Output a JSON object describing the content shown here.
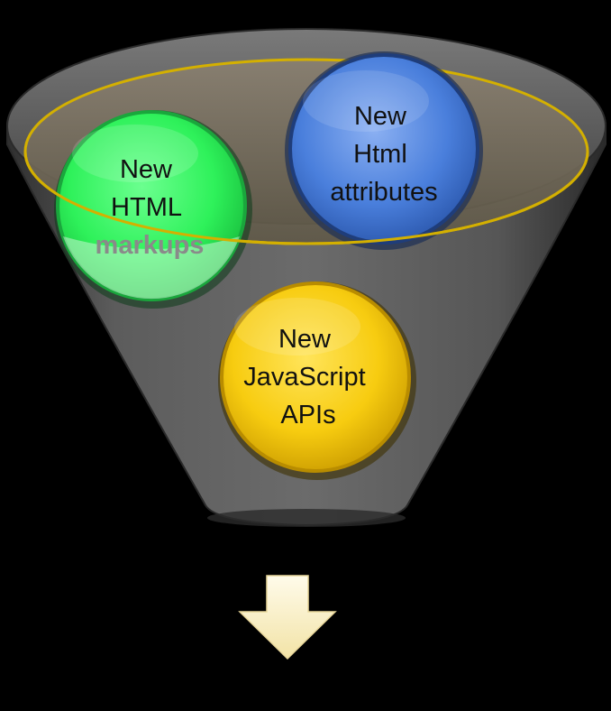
{
  "diagram": {
    "type": "funnel",
    "colors": {
      "background": "#000000",
      "funnel_body": "#4a4a4a",
      "funnel_rim": "#d4b000",
      "green_bubble": "#2ef15a",
      "blue_bubble": "#3f74d6",
      "yellow_bubble": "#f2c400",
      "arrow": "#fff7d8"
    },
    "bubbles": [
      {
        "id": "new-html-markups",
        "lines": [
          "New",
          "HTML",
          "markups"
        ],
        "color": "green"
      },
      {
        "id": "new-html-attributes",
        "lines": [
          "New",
          "Html",
          "attributes"
        ],
        "color": "blue"
      },
      {
        "id": "new-javascript-apis",
        "lines": [
          "New",
          "JavaScript",
          "APIs"
        ],
        "color": "yellow"
      }
    ],
    "output_arrow": {
      "icon": "down-arrow-icon",
      "direction": "down"
    }
  }
}
